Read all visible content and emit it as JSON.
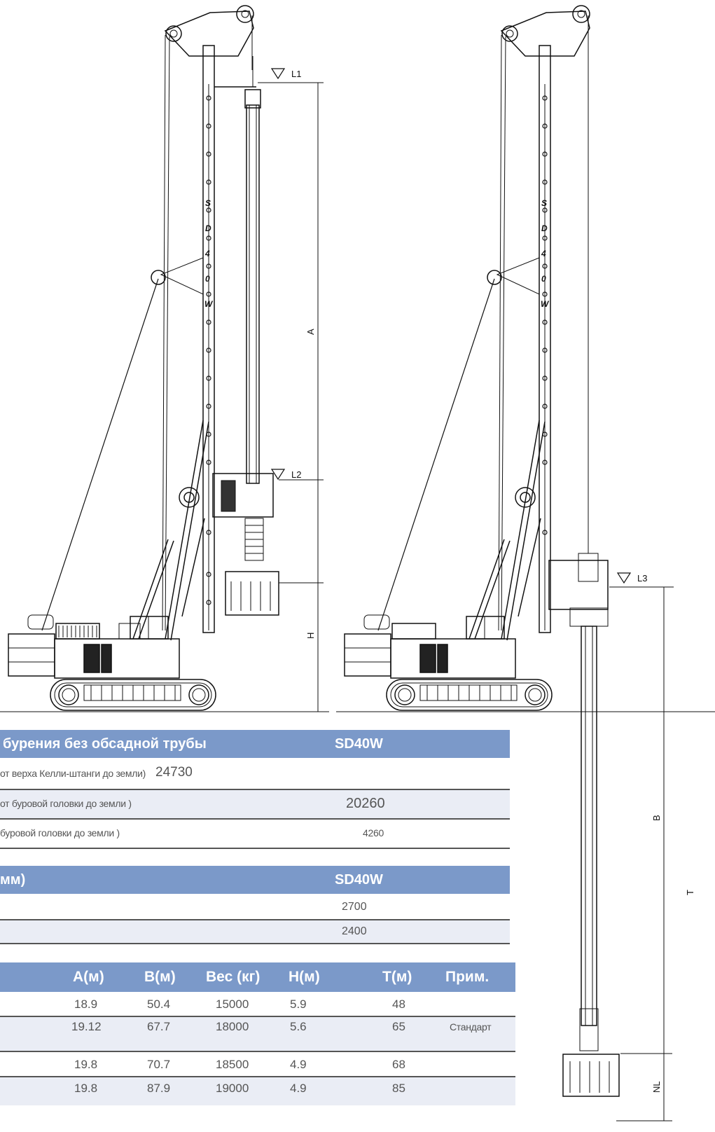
{
  "drawing": {
    "labels": {
      "l1": "L1",
      "l2": "L2",
      "l3": "L3",
      "a": "A",
      "h": "H",
      "b": "B",
      "t": "T",
      "nl": "NL"
    },
    "mast_letters": [
      "S",
      "D",
      "4",
      "0",
      "W"
    ]
  },
  "table1": {
    "title": "бурения без обсадной трубы",
    "model": "SD40W",
    "rows": [
      {
        "label": "от верха Келли-штанги до земли)",
        "value": "24730"
      },
      {
        "label": "от буровой головки до земли )",
        "value": "20260"
      },
      {
        "label": "буровой головки до земли )",
        "value": "4260"
      }
    ]
  },
  "table2": {
    "title": "мм)",
    "model": "SD40W",
    "rows": [
      {
        "value": "2700"
      },
      {
        "value": "2400"
      }
    ]
  },
  "table3": {
    "headers": [
      "A(м)",
      "B(м)",
      "Вес (кг)",
      "H(м)",
      "T(м)",
      "Прим."
    ],
    "rows": [
      {
        "a": "18.9",
        "b": "50.4",
        "w": "15000",
        "h": "5.9",
        "t": "48",
        "note": ""
      },
      {
        "a": "19.12",
        "b": "67.7",
        "w": "18000",
        "h": "5.6",
        "t": "65",
        "note": "Стандарт"
      },
      {
        "a": "19.8",
        "b": "70.7",
        "w": "18500",
        "h": "4.9",
        "t": "68",
        "note": ""
      },
      {
        "a": "19.8",
        "b": "87.9",
        "w": "19000",
        "h": "4.9",
        "t": "85",
        "note": ""
      }
    ]
  },
  "colors": {
    "header_bg": "#7b99c9",
    "alt_row": "#eaedf5"
  }
}
